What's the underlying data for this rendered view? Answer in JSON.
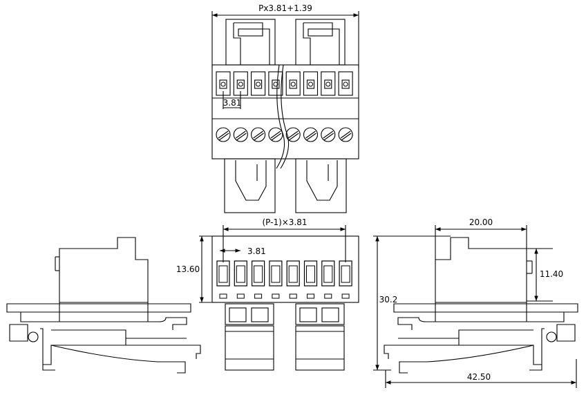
{
  "dimensions": {
    "top_width": "Px3.81+1.39",
    "top_pitch": "3.81",
    "front_span": "(P-1)×3.81",
    "front_pitch": "3.81",
    "front_height": "13.60",
    "right_width": "20.00",
    "right_height_small": "11.40",
    "overall_height": "30.2",
    "overall_width": "42.50"
  },
  "pin_count_shown": 8,
  "colors": {
    "line": "#000000",
    "background": "#ffffff"
  }
}
